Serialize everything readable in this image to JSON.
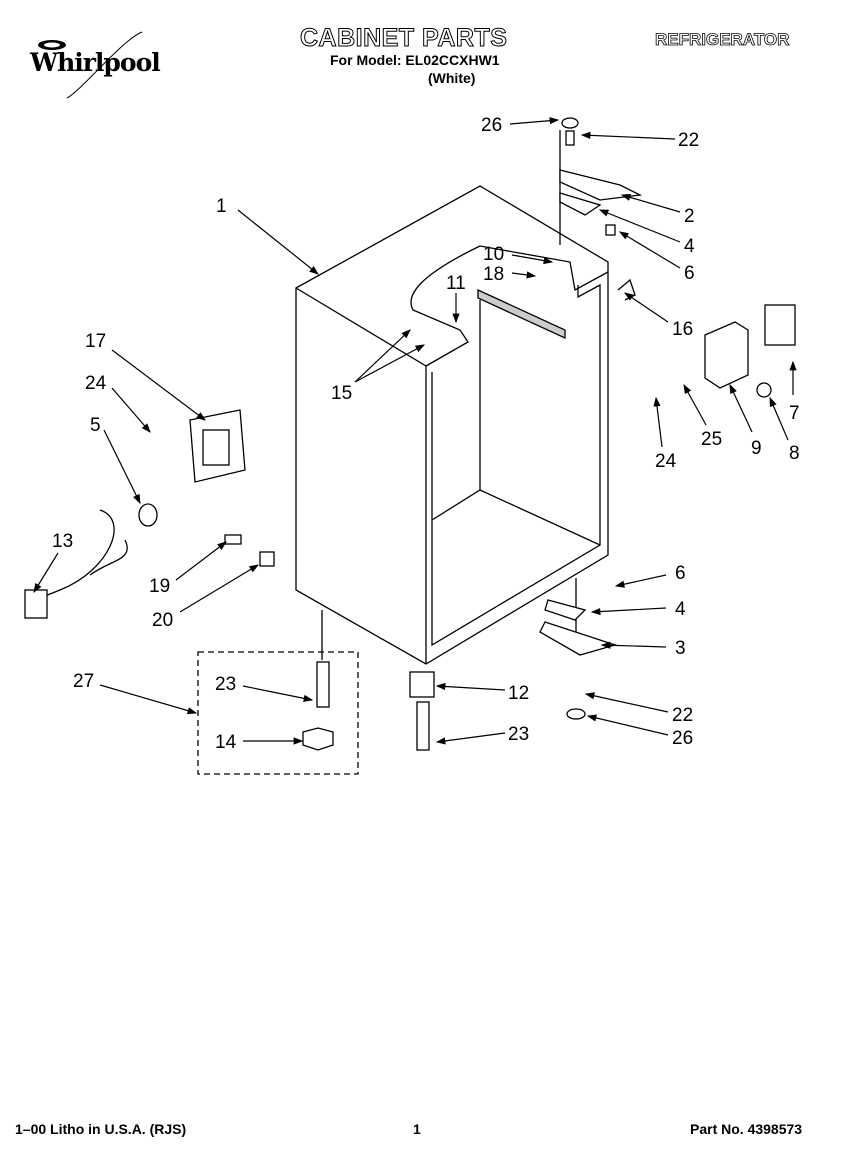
{
  "header": {
    "brand": "Whirlpool",
    "title": "CABINET PARTS",
    "model_line": "For Model: EL02CCXHW1",
    "color": "(White)",
    "category": "REFRIGERATOR"
  },
  "callouts": [
    "26",
    "22",
    "2",
    "4",
    "6",
    "1",
    "10",
    "18",
    "11",
    "16",
    "17",
    "24",
    "5",
    "15",
    "7",
    "8",
    "9",
    "25",
    "24",
    "13",
    "19",
    "20",
    "6",
    "4",
    "3",
    "27",
    "23",
    "12",
    "22",
    "26",
    "14",
    "23"
  ],
  "footer": {
    "left": "1–00 Litho in U.S.A. (RJS)",
    "page": "1",
    "part_no": "Part No. 4398573"
  }
}
